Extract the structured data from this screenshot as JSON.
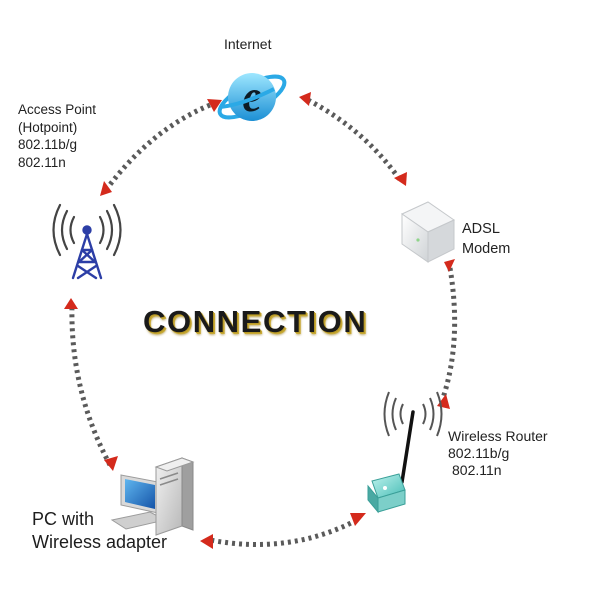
{
  "title": "CONNECTION",
  "nodes": {
    "internet": {
      "lines": [
        "Internet"
      ],
      "icon": "internet-explorer-icon"
    },
    "modem": {
      "lines": [
        "ADSL",
        "Modem"
      ],
      "icon": "adsl-modem-icon"
    },
    "router": {
      "lines": [
        "Wireless Router",
        "802.11b/g",
        "802.11n"
      ],
      "icon": "wireless-router-icon"
    },
    "pc": {
      "lines": [
        "PC with",
        "Wireless adapter"
      ],
      "icon": "desktop-pc-icon"
    },
    "access_point": {
      "lines": [
        "Access Point",
        "(Hotpoint)",
        "802.11b/g",
        "802.11n"
      ],
      "icon": "access-point-tower-icon"
    }
  },
  "colors": {
    "dots": "#5a5a5a",
    "arrow": "#d42a1c",
    "tower": "#2c3ea6",
    "title_shadow": "#c9aa35",
    "text": "#222222"
  }
}
